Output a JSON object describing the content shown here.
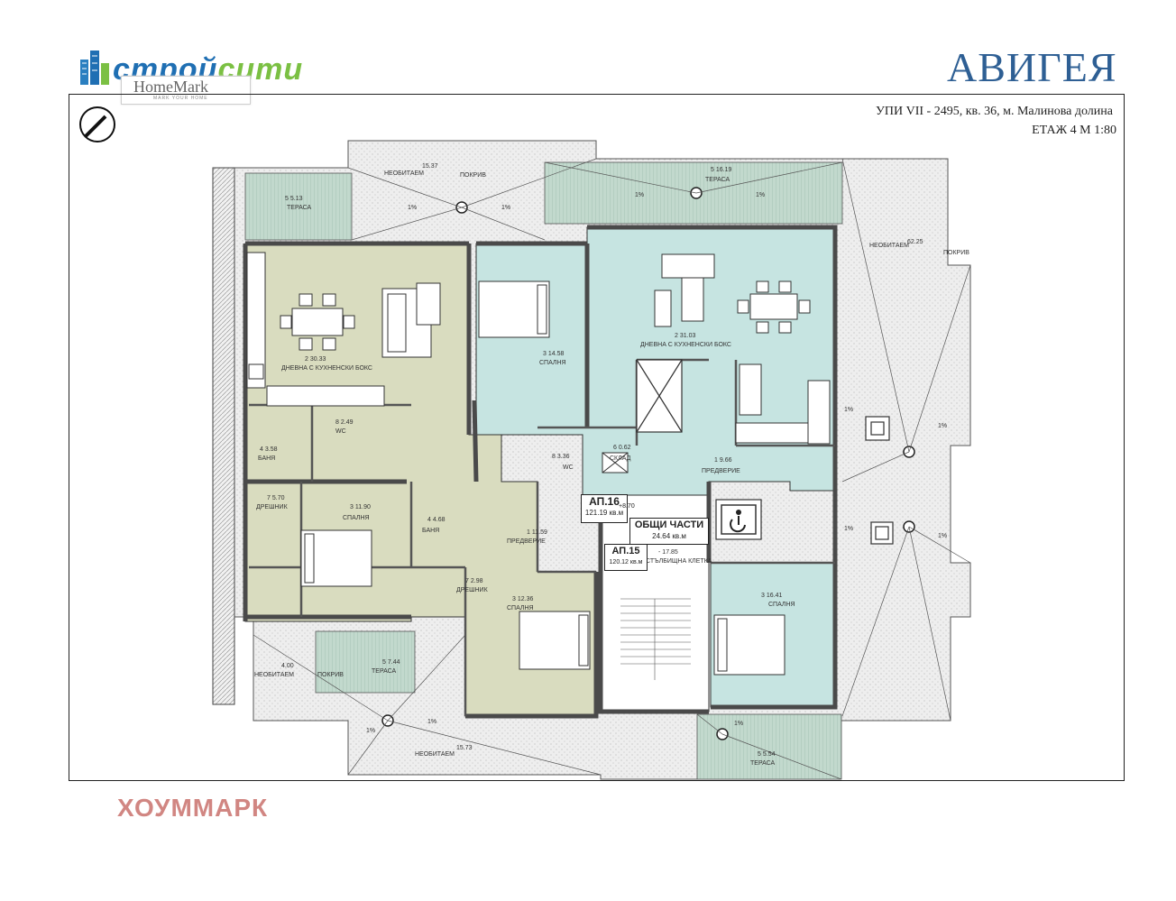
{
  "logo": {
    "brand": "стройсити",
    "partner": "HomeMark",
    "partner_tagline": "MARK YOUR HOME"
  },
  "project_title": "АВИГЕЯ",
  "plot_info": "УПИ VII - 2495, кв. 36, м. Малинова долина",
  "floor_info": "ЕТАЖ 4 М 1:80",
  "watermark": "ХОУММАРК",
  "colors": {
    "apt_left": "#d9dcbf",
    "apt_right": "#c6e4e1",
    "terrace": "#c2d9cd",
    "roof": "#eeeeee",
    "wall": "#4a4a4a",
    "title": "#2e5f94",
    "watermark": "#d18682"
  },
  "units": {
    "ap16": {
      "name": "АП.16",
      "area": "121.19",
      "unit": "кв.м"
    },
    "common": {
      "name": "ОБЩИ ЧАСТИ",
      "area": "24.64",
      "unit": "кв.м"
    },
    "ap15": {
      "name": "АП.15",
      "area": "120.12",
      "unit": "кв.м"
    },
    "elevation": "+8.70"
  },
  "rooms": [
    {
      "num": "2",
      "area": "30.33",
      "name": "ДНЕВНА С КУХНЕНСКИ БОКС"
    },
    {
      "num": "3",
      "area": "14.58",
      "name": "СПАЛНЯ"
    },
    {
      "num": "2",
      "area": "31.03",
      "name": "ДНЕВНА С КУХНЕНСКИ БОКС"
    },
    {
      "num": "8",
      "area": "2.49",
      "name": "WC"
    },
    {
      "num": "4",
      "area": "3.58",
      "name": "БАНЯ"
    },
    {
      "num": "3",
      "area": "11.90",
      "name": "СПАЛНЯ"
    },
    {
      "num": "7",
      "area": "5.70",
      "name": "ДРЕШНИК"
    },
    {
      "num": "1",
      "area": "11.59",
      "name": "ПРЕДВЕРИЕ"
    },
    {
      "num": "4",
      "area": "4.68",
      "name": "БАНЯ"
    },
    {
      "num": "7",
      "area": "2.98",
      "name": "ДРЕШНИК"
    },
    {
      "num": "3",
      "area": "12.36",
      "name": "СПАЛНЯ"
    },
    {
      "num": "6",
      "area": "0.62",
      "name": "СКЛАД"
    },
    {
      "num": "8",
      "area": "3.36",
      "name": "WC"
    },
    {
      "num": "1",
      "area": "9.66",
      "name": "ПРЕДВЕРИЕ"
    },
    {
      "num": "3",
      "area": "16.41",
      "name": "СПАЛНЯ"
    },
    {
      "num": "-",
      "area": "17.85",
      "name": "СТЪЛБИЩНА КЛЕТКА"
    },
    {
      "num": "5",
      "area": "5.13",
      "name": "ТЕРАСА"
    },
    {
      "num": "5",
      "area": "16.19",
      "name": "ТЕРАСА"
    },
    {
      "num": "5",
      "area": "7.44",
      "name": "ТЕРАСА"
    },
    {
      "num": "5",
      "area": "5.54",
      "name": "ТЕРАСА"
    }
  ],
  "roof_labels": [
    {
      "name": "НЕОБИТАЕМ",
      "area": "15.37",
      "note": "ПОКРИВ"
    },
    {
      "name": "НЕОБИТАЕМ",
      "area": "62.25",
      "note": "ПОКРИВ"
    },
    {
      "name": "НЕОБИТАЕМ",
      "area": "4.00",
      "note": "ПОКРИВ"
    },
    {
      "name": "НЕОБИТАЕМ",
      "area": "15.73",
      "note": ""
    }
  ],
  "slope": "1%"
}
